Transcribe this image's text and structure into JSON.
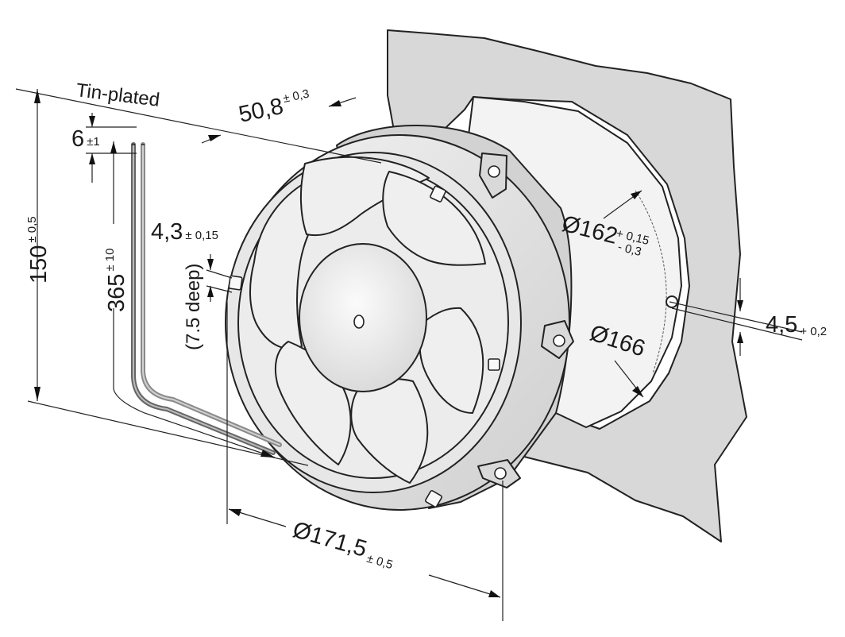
{
  "labels": {
    "tin_plated": "Tin-plated",
    "depth_main": "50,8",
    "depth_tol": "± 0,3",
    "lead_strip_main": "6",
    "lead_strip_tol": "±1",
    "height_main": "150",
    "height_tol": "± 0,5",
    "lead_length_main": "365",
    "lead_length_tol": "± 10",
    "hole_main": "4,3",
    "hole_tol": "± 0,15",
    "hole_depth": "(7.5 deep)",
    "cutout_main": "Ø162",
    "cutout_tol_plus": "+ 0,15",
    "cutout_tol_minus": "- 0,3",
    "mount_hole_main": "4,5",
    "mount_hole_tol": "+ 0,2",
    "bolt_circle": "Ø166",
    "diameter_main": "Ø171,5",
    "diameter_tol": "± 0,5"
  }
}
